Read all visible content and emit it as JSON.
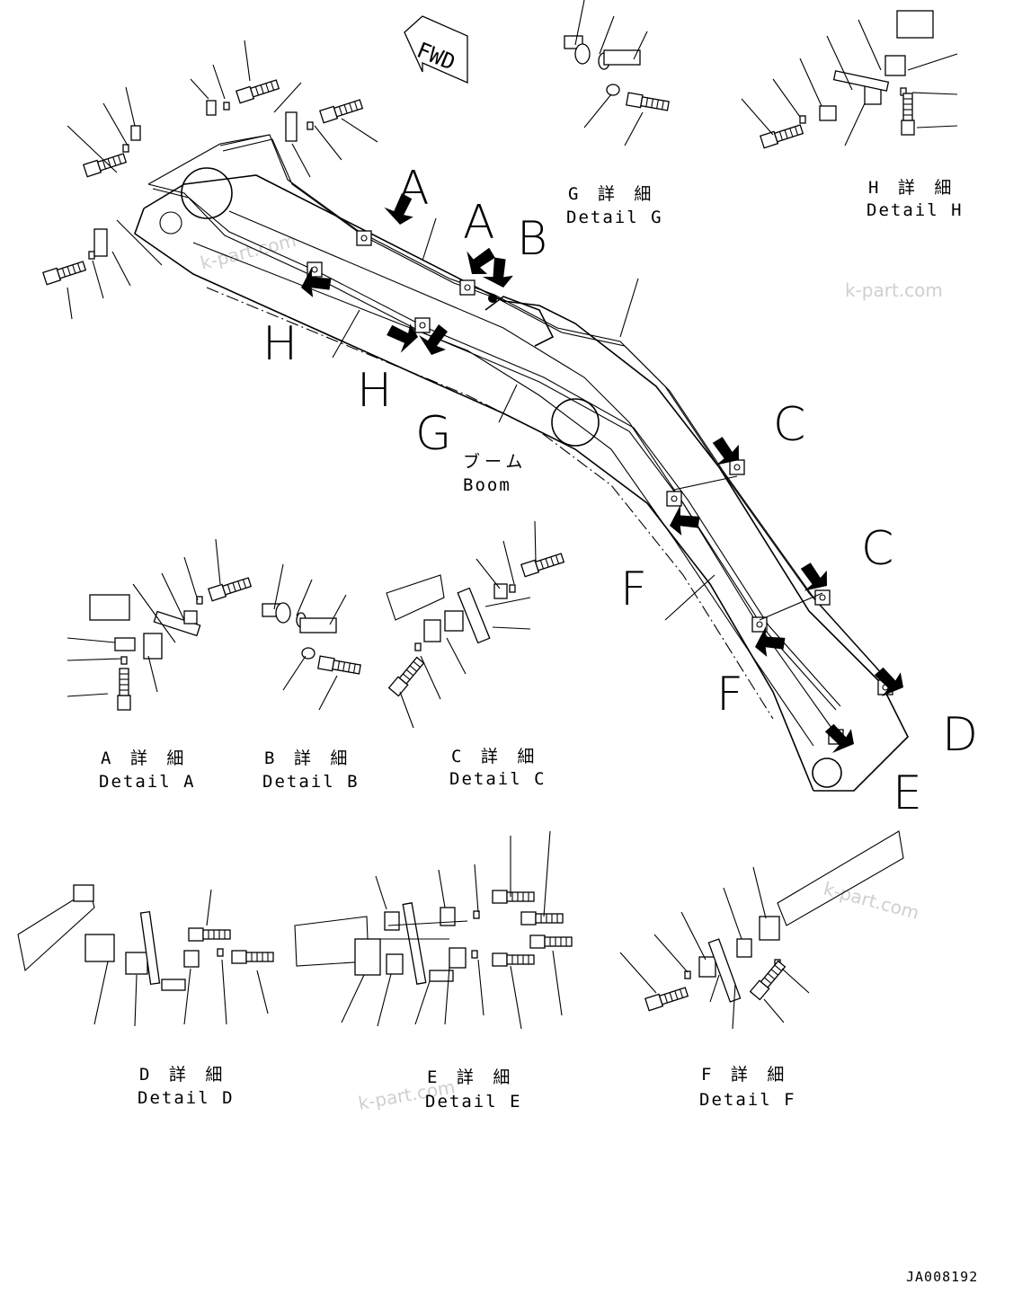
{
  "fwd_label": "FWD",
  "callouts": {
    "a1": "A",
    "a2": "A",
    "b": "B",
    "c1": "C",
    "c2": "C",
    "d": "D",
    "e": "E",
    "f1": "F",
    "f2": "F",
    "g": "G",
    "h1": "H",
    "h2": "H"
  },
  "boom": {
    "jp": "ブーム",
    "en": "Boom"
  },
  "details": {
    "a": {
      "jp": "A 詳 細",
      "en": "Detail A"
    },
    "b": {
      "jp": "B 詳 細",
      "en": "Detail B"
    },
    "c": {
      "jp": "C 詳 細",
      "en": "Detail C"
    },
    "d": {
      "jp": "D 詳 細",
      "en": "Detail D"
    },
    "e": {
      "jp": "E 詳 細",
      "en": "Detail E"
    },
    "f": {
      "jp": "F 詳 細",
      "en": "Detail F"
    },
    "g": {
      "jp": "G 詳 細",
      "en": "Detail G"
    },
    "h": {
      "jp": "H 詳 細",
      "en": "Detail H"
    }
  },
  "watermark": "k-part.com",
  "drawing_number": "JA008192"
}
